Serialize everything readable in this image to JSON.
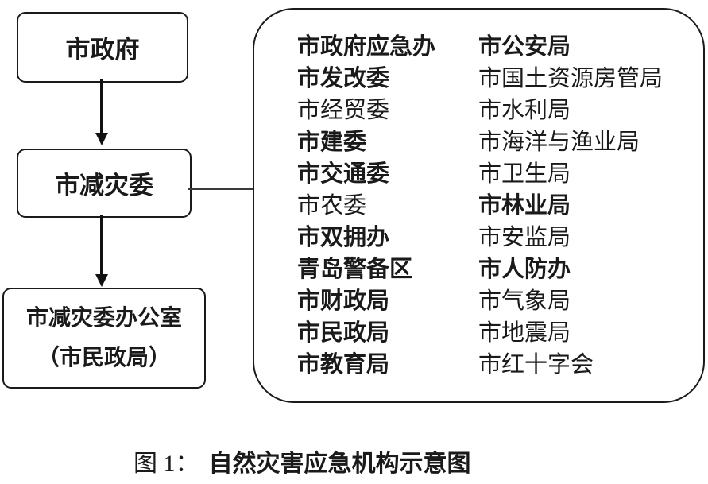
{
  "flow": {
    "government": {
      "label": "市政府"
    },
    "committee": {
      "label": "市减灾委"
    },
    "office": {
      "line1": "市减灾委办公室",
      "line2": "（市民政局）"
    }
  },
  "panel": {
    "left": [
      {
        "text": "市政府应急办",
        "bold": true
      },
      {
        "text": "市发改委",
        "bold": true
      },
      {
        "text": "市经贸委",
        "bold": false
      },
      {
        "text": "市建委",
        "bold": true
      },
      {
        "text": "市交通委",
        "bold": true
      },
      {
        "text": "市农委",
        "bold": false
      },
      {
        "text": "市双拥办",
        "bold": true
      },
      {
        "text": "青岛警备区",
        "bold": true
      },
      {
        "text": "市财政局",
        "bold": true
      },
      {
        "text": "市民政局",
        "bold": true
      },
      {
        "text": "市教育局",
        "bold": true
      }
    ],
    "right": [
      {
        "text": "市公安局",
        "bold": true
      },
      {
        "text": "市国土资源房管局",
        "bold": false
      },
      {
        "text": "市水利局",
        "bold": false
      },
      {
        "text": "市海洋与渔业局",
        "bold": false
      },
      {
        "text": "市卫生局",
        "bold": false
      },
      {
        "text": "市林业局",
        "bold": true
      },
      {
        "text": "市安监局",
        "bold": false
      },
      {
        "text": "市人防办",
        "bold": true
      },
      {
        "text": "市气象局",
        "bold": false
      },
      {
        "text": "市地震局",
        "bold": false
      },
      {
        "text": "市红十字会",
        "bold": false
      }
    ]
  },
  "caption": {
    "prefix": "图 1：",
    "title": "自然灾害应急机构示意图"
  },
  "colors": {
    "ink": "#1a1a1a",
    "background": "#ffffff"
  }
}
